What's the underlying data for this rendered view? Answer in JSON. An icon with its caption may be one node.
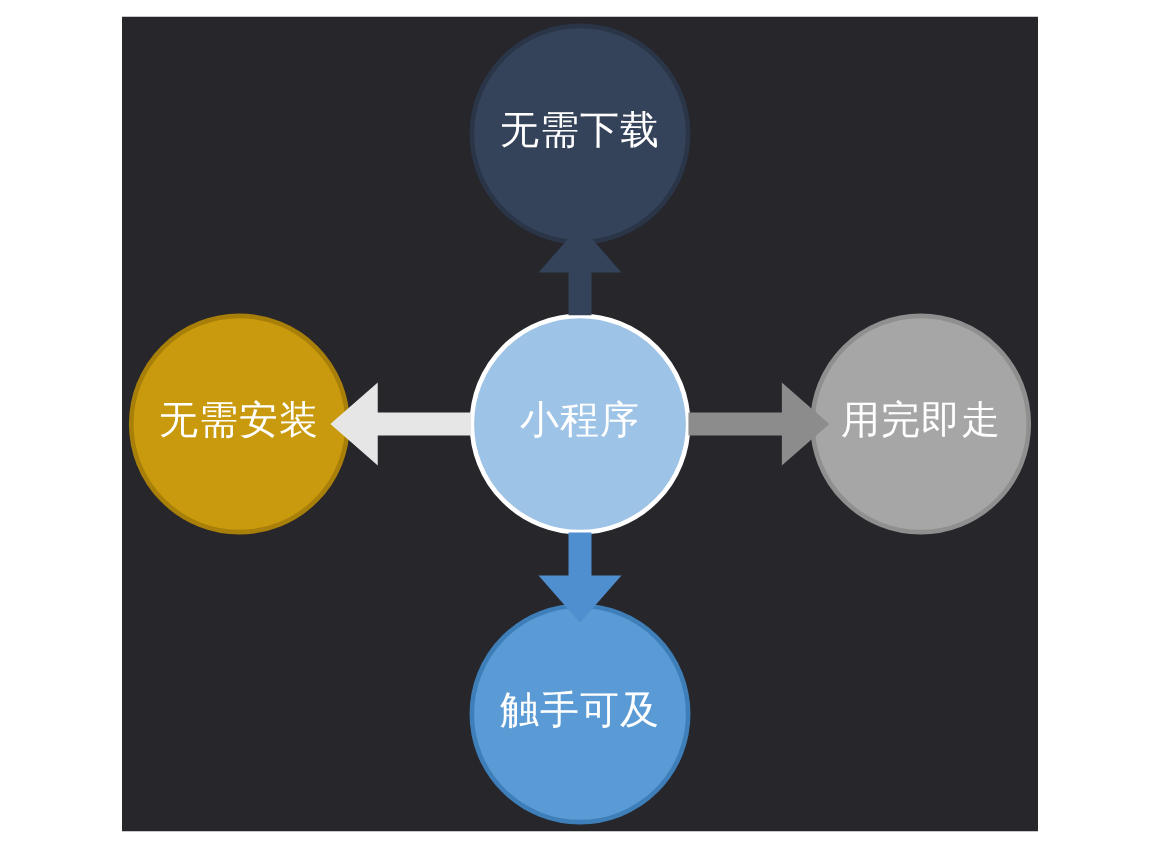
{
  "diagram": {
    "nodes": [
      {
        "text": [
          "无需下载"
        ]
      },
      {
        "text": [
          "无需安装"
        ]
      },
      {
        "text": [
          "小程序"
        ]
      },
      {
        "text": [
          "用完即走"
        ]
      },
      {
        "text": [
          "触手可及"
        ]
      }
    ],
    "edges": [
      {
        "from": 2,
        "to": 0,
        "arrow": "to",
        "color": "#34425a"
      },
      {
        "from": 2,
        "to": 1,
        "arrow": "to",
        "color": "#e6e6e6"
      },
      {
        "from": 2,
        "to": 3,
        "arrow": "to",
        "color": "#8c8c8c"
      },
      {
        "from": 2,
        "to": 4,
        "arrow": "to",
        "color": "#4f8fd0"
      }
    ]
  }
}
